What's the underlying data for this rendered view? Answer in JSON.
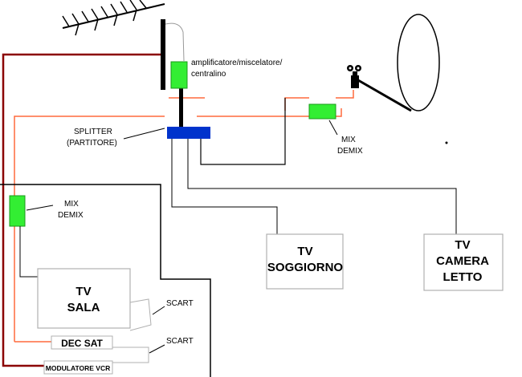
{
  "labels": {
    "amplifier_line1": "amplificatore/miscelatore/",
    "amplifier_line2": "centralino",
    "splitter_line1": "SPLITTER",
    "splitter_line2": "(PARTITORE)",
    "mix_demix_right_line1": "MIX",
    "mix_demix_right_line2": "DEMIX",
    "mix_demix_left_line1": "MIX",
    "mix_demix_left_line2": "DEMIX",
    "tv_sala_line1": "TV",
    "tv_sala_line2": "SALA",
    "tv_soggiorno_line1": "TV",
    "tv_soggiorno_line2": "SOGGIORNO",
    "tv_camera_line1": "TV",
    "tv_camera_line2": "CAMERA",
    "tv_camera_line3": "LETTO",
    "dec_sat": "DEC SAT",
    "scart_upper": "SCART",
    "scart_lower": "SCART",
    "modulatore_vcr": "MODULATORE VCR"
  },
  "colors": {
    "antenna_line": "#000000",
    "rf_cable": "#ff6a3d",
    "vcr_cable": "#8b0000",
    "device_green": "#33ee33",
    "splitter_blue": "#0033cc",
    "box_border": "#b0b0b0",
    "thin_cable": "#000000"
  }
}
